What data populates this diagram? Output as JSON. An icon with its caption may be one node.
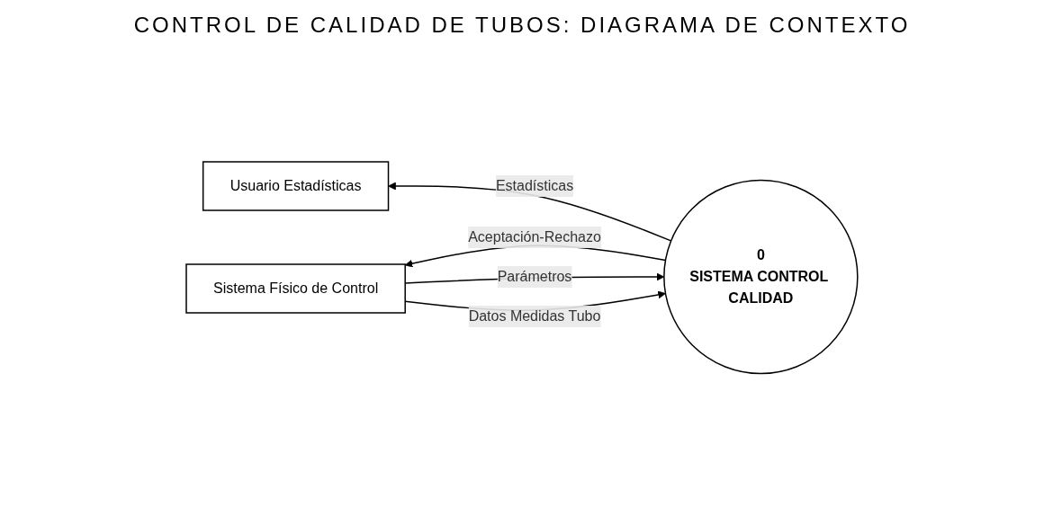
{
  "diagram": {
    "title": "CONTROL DE CALIDAD DE TUBOS: DIAGRAMA DE CONTEXTO",
    "nodes": [
      {
        "text": [
          "Usuario Estadísticas"
        ]
      },
      {
        "text": [
          "0",
          "SISTEMA CONTROL CALIDAD"
        ]
      },
      {
        "text": [
          "Sistema Físico de Control"
        ]
      }
    ],
    "edges": [
      {
        "from": 1,
        "to": 0,
        "arrow": "to",
        "label": "Estadísticas"
      },
      {
        "from": 2,
        "to": 1,
        "arrow": "to",
        "label": "Parámetros"
      },
      {
        "from": 2,
        "to": 1,
        "arrow": "to",
        "label": "Datos Medidas Tubo"
      },
      {
        "from": 1,
        "to": 2,
        "arrow": "to",
        "label": "Aceptación-Rechazo"
      }
    ]
  }
}
